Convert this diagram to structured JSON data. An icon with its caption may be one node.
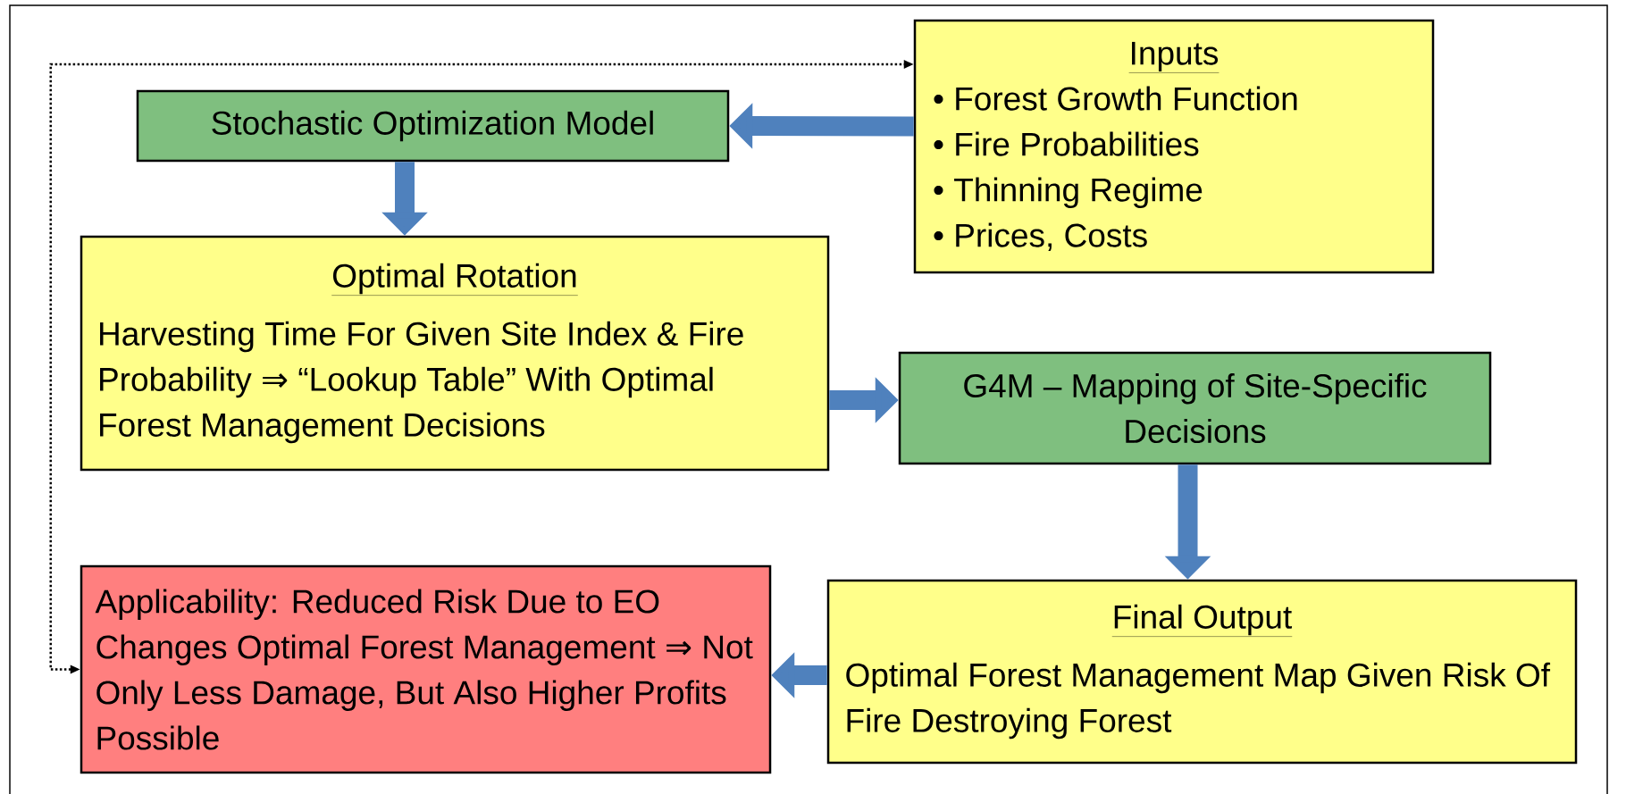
{
  "diagram": {
    "nodes": [
      {
        "text": [
          "Stochastic Optimization Model"
        ]
      },
      {
        "text": [
          "Inputs",
          "• Forest Growth Function",
          "• Fire Probabilities",
          "• Thinning Regime",
          "• Prices, Costs"
        ]
      },
      {
        "text": [
          "Optimal Rotation",
          "Harvesting Time For Given Site Index & Fire Probability ⇒ “Lookup Table” With Optimal Forest Management Decisions"
        ]
      },
      {
        "text": [
          "G4M – Mapping of Site-Specific Decisions"
        ]
      },
      {
        "text": [
          "Final Output",
          "Optimal Forest Management Map Given Risk Of Fire Destroying Forest"
        ]
      },
      {
        "text": [
          "Applicability: Reduced Risk Due to EO Changes Optimal Forest Management ⇒ Not Only Less Damage, But Also Higher Profits Possible"
        ]
      }
    ],
    "edges": [
      {
        "from": 1,
        "to": 0,
        "arrow": "to"
      },
      {
        "from": 0,
        "to": 2,
        "arrow": "to"
      },
      {
        "from": 2,
        "to": 3,
        "arrow": "to"
      },
      {
        "from": 3,
        "to": 4,
        "arrow": "to"
      },
      {
        "from": 4,
        "to": 5,
        "arrow": "to"
      },
      {
        "from": 5,
        "to": 1,
        "arrow": "both",
        "style": "dashed",
        "color": "#000000"
      }
    ]
  }
}
